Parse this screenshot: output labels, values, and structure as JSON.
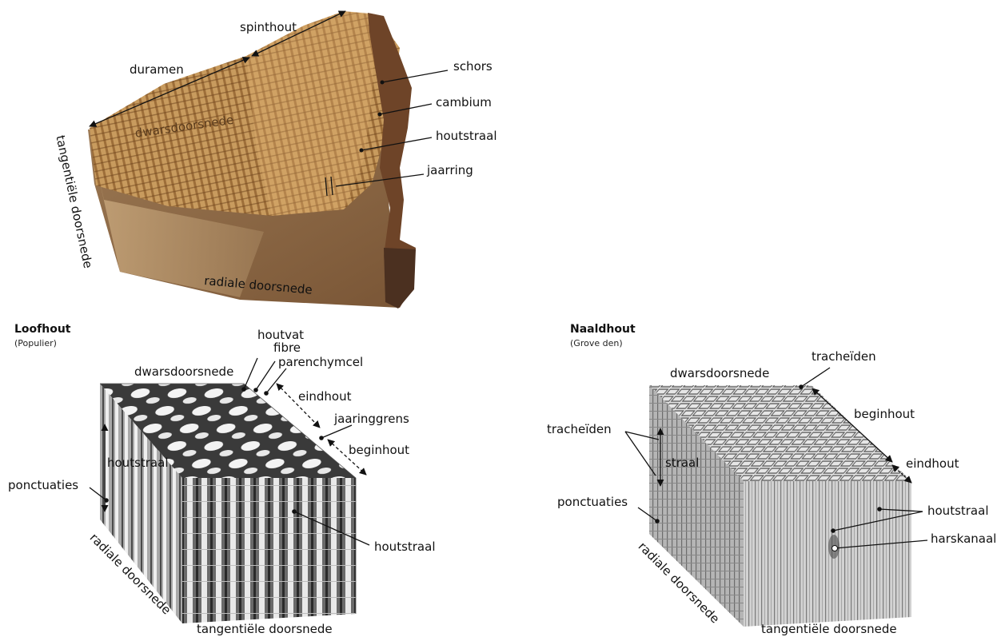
{
  "log": {
    "labels": {
      "spinthout": "spinthout",
      "duramen": "duramen",
      "schors": "schors",
      "cambium": "cambium",
      "houtstraal": "houtstraal",
      "jaarring": "jaarring",
      "dwarsdoorsnede": "dwarsdoorsnede",
      "tangentiele": "tangentiële doorsnede",
      "radiale": "radiale doorsnede"
    }
  },
  "loofhout": {
    "title": "Loofhout",
    "subtitle": "(Populier)",
    "labels": {
      "houtvat": "houtvat",
      "fibre": "fibre",
      "parenchymcel": "parenchymcel",
      "dwarsdoorsnede": "dwarsdoorsnede",
      "eindhout": "eindhout",
      "jaaringgrens": "jaaringgrens",
      "beginhout": "beginhout",
      "houtstraal_inner": "houtstraal",
      "ponctuaties": "ponctuaties",
      "houtstraal_outer": "houtstraal",
      "radiale": "radiale doorsnede",
      "tangentiele": "tangentiële doorsnede"
    }
  },
  "naaldhout": {
    "title": "Naaldhout",
    "subtitle": "(Grove den)",
    "labels": {
      "tracheiden_top": "tracheïden",
      "dwarsdoorsnede": "dwarsdoorsnede",
      "tracheiden_left": "tracheïden",
      "beginhout": "beginhout",
      "straal": "straal",
      "eindhout": "eindhout",
      "ponctuaties": "ponctuaties",
      "houtstraal": "houtstraal",
      "harskanaal": "harskanaal",
      "radiale": "radiale doorsnede",
      "tangentiele": "tangentiële doorsnede"
    }
  }
}
